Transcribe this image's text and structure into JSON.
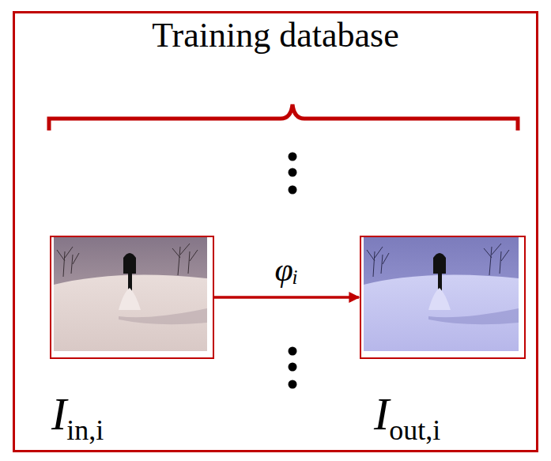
{
  "diagram": {
    "nodes": [
      {
        "text": [
          "Training database"
        ]
      },
      {
        "text": [
          "I",
          "in,i"
        ],
        "in": 0
      },
      {
        "text": [
          "I",
          "out,i"
        ],
        "in": 0
      }
    ],
    "edges": [
      {
        "from": 1,
        "to": 2,
        "arrow": "to",
        "label": "φᵢ"
      }
    ]
  }
}
